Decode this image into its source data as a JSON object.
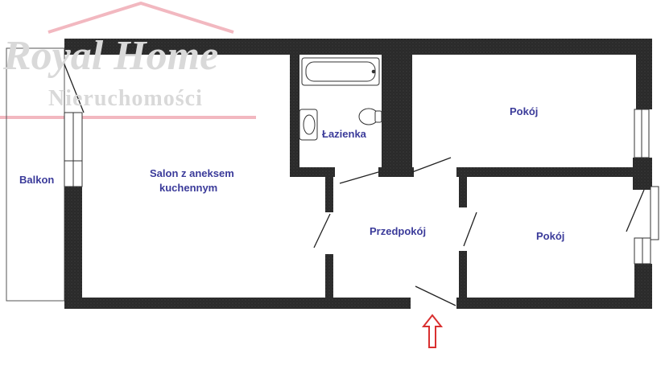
{
  "watermark": {
    "title": "Royal Home",
    "subtitle": "Nieruchomości",
    "roof_color": "#f2b8c0",
    "text_color": "#d9d9d9"
  },
  "rooms": {
    "balkon": "Balkon",
    "salon_line1": "Salon z aneksem",
    "salon_line2": "kuchennym",
    "lazienka": "Łazienka",
    "pokoj_top": "Pokój",
    "przedpokoj": "Przedpokój",
    "pokoj_bottom": "Pokój"
  },
  "colors": {
    "wall": "#2a2a2a",
    "label": "#3b3b9a",
    "entrance_arrow": "#d93030"
  },
  "entrance_arrow_icon": "up-arrow-outline"
}
